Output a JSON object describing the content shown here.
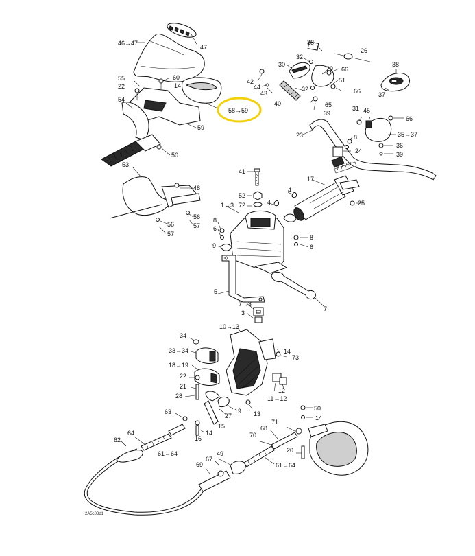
{
  "highlight": {
    "color": "#f2d00a"
  },
  "labels": {
    "l46_47": "46→47",
    "l47": "47",
    "l55": "55",
    "l22a": "22",
    "l60": "60",
    "l14a": "14",
    "l54": "54",
    "l58_59": "58→59",
    "l59": "59",
    "l50a": "50",
    "l53": "53",
    "l48": "48",
    "l56a": "56",
    "l57a": "57",
    "l56b": "56",
    "l57b": "57",
    "l38": "38",
    "l26": "26",
    "l32a": "32",
    "l30": "30",
    "l29": "29",
    "l66a": "66",
    "l42": "42",
    "l44": "44",
    "l32b": "32",
    "l51": "51",
    "l66b": "66",
    "l43": "43",
    "l40": "40",
    "l65": "65",
    "l39a": "39",
    "l38b": "38",
    "l37": "37",
    "l31": "31",
    "l45": "45",
    "l66c": "66",
    "l23": "23",
    "l35_37": "35→37",
    "l8a": "8",
    "l36": "36",
    "l39b": "39",
    "l24": "24",
    "l41": "41",
    "l4a": "4",
    "l17": "17",
    "l52": "52",
    "l72": "72",
    "l1_3": "1→3",
    "l4b": "4",
    "l25": "25",
    "l8b": "8",
    "l6a": "6",
    "l8c": "8",
    "l6b": "6",
    "l9": "9",
    "l5": "5",
    "l7a": "7",
    "l7_3": "7→3",
    "l3": "3",
    "l10_13": "10→13",
    "l34": "34",
    "l33_34": "33→34",
    "l14b": "14",
    "l73": "73",
    "l18_19": "18→19",
    "l22b": "22",
    "l12": "12",
    "l21": "21",
    "l11_12": "11→12",
    "l28": "28",
    "l19": "19",
    "l63": "63",
    "l27": "27",
    "l15": "15",
    "l13": "13",
    "l50b": "50",
    "l14c": "14",
    "l71": "71",
    "l14d": "14",
    "l16": "16",
    "l62": "62",
    "l64": "64",
    "l68": "68",
    "l70": "70",
    "l61_64a": "61→64",
    "l67": "67",
    "l49": "49",
    "l69": "69",
    "l20": "20",
    "l61_64b": "61→64",
    "footer_code": "2A5c03d1"
  }
}
